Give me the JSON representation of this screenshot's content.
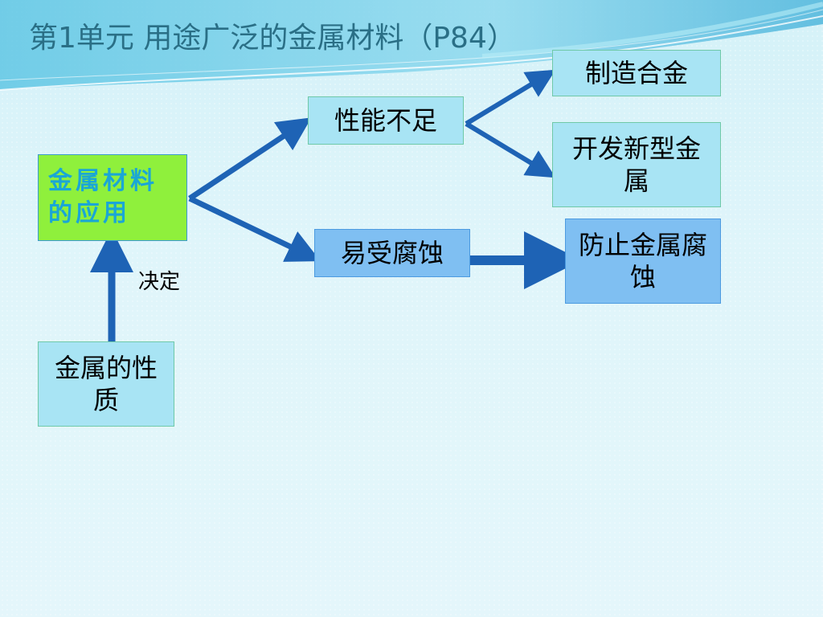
{
  "slide": {
    "title": "第1单元 用途广泛的金属材料（P84）"
  },
  "nodes": {
    "application": "金属材料的应用",
    "properties": "金属的性质",
    "insufficient": "性能不足",
    "corrosion": "易受腐蚀",
    "alloy": "制造合金",
    "new_metal": "开发新型金属",
    "prevent": "防止金属腐蚀"
  },
  "labels": {
    "determines": "决定"
  },
  "colors": {
    "title": "#2a6f86",
    "box_fill": "#a8e4f4",
    "box_highlight": "#8ff03c",
    "box_blue": "#7fbff2",
    "arrow": "#1e63b5"
  }
}
